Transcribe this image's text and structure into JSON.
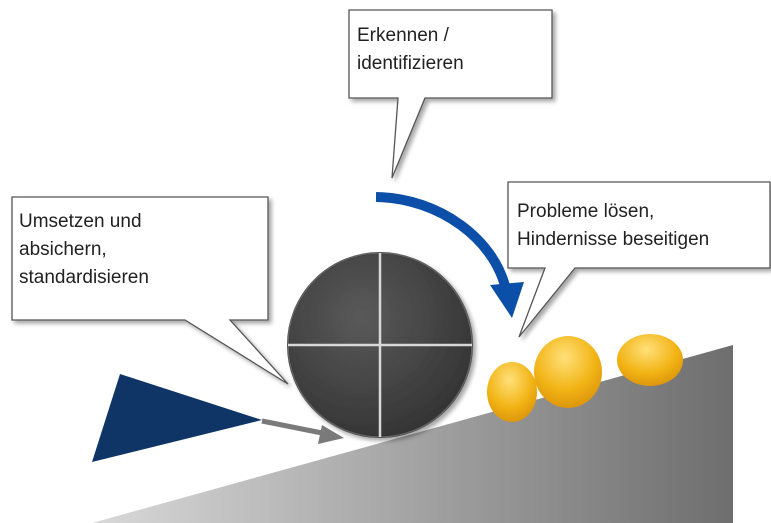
{
  "callouts": {
    "identify": {
      "lines": [
        "Erkennen /",
        "identifizieren"
      ]
    },
    "solve": {
      "lines": [
        "Probleme lösen,",
        "Hindernisse beseitigen"
      ]
    },
    "standardize": {
      "lines": [
        "Umsetzen und",
        "absichern,",
        "standardisieren"
      ]
    }
  },
  "colors": {
    "ramp_dark": "#6e6e6e",
    "ramp_light": "#d9d9d9",
    "wheel": "#4a4a4a",
    "wedge": "#0f3566",
    "curved_arrow": "#0b4fa8",
    "obstacles": "#f2b415",
    "push_arrow": "#7a7a7a"
  }
}
